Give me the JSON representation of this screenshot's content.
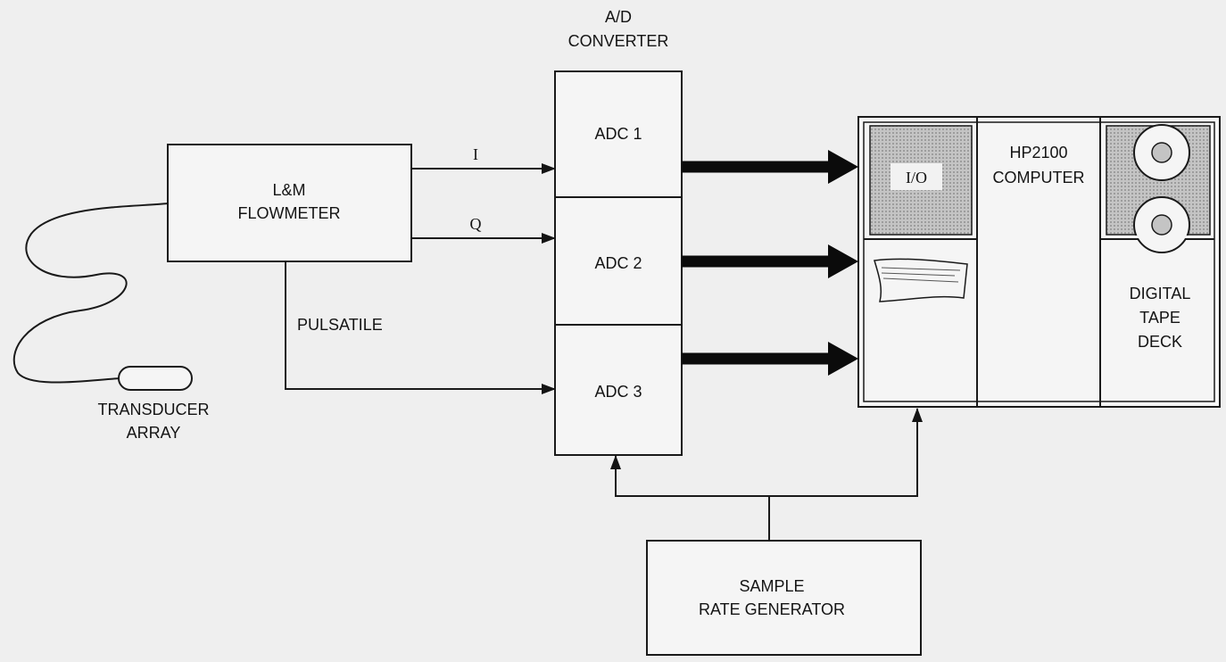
{
  "colors": {
    "background": "#efefef",
    "ink": "#141414",
    "shade": "#bdbdbd"
  },
  "adc": {
    "title_line1": "A/D",
    "title_line2": "CONVERTER",
    "ch1": "ADC 1",
    "ch2": "ADC 2",
    "ch3": "ADC 3"
  },
  "flowmeter": {
    "line1": "L&M",
    "line2": "FLOWMETER"
  },
  "signals": {
    "i": "I",
    "q": "Q",
    "pulsatile": "PULSATILE"
  },
  "transducer": {
    "line1": "TRANSDUCER",
    "line2": "ARRAY"
  },
  "computer": {
    "io": "I/O",
    "title_line1": "HP2100",
    "title_line2": "COMPUTER",
    "tape_line1": "DIGITAL",
    "tape_line2": "TAPE",
    "tape_line3": "DECK"
  },
  "sample_rate": {
    "line1": "SAMPLE",
    "line2": "RATE GENERATOR"
  }
}
